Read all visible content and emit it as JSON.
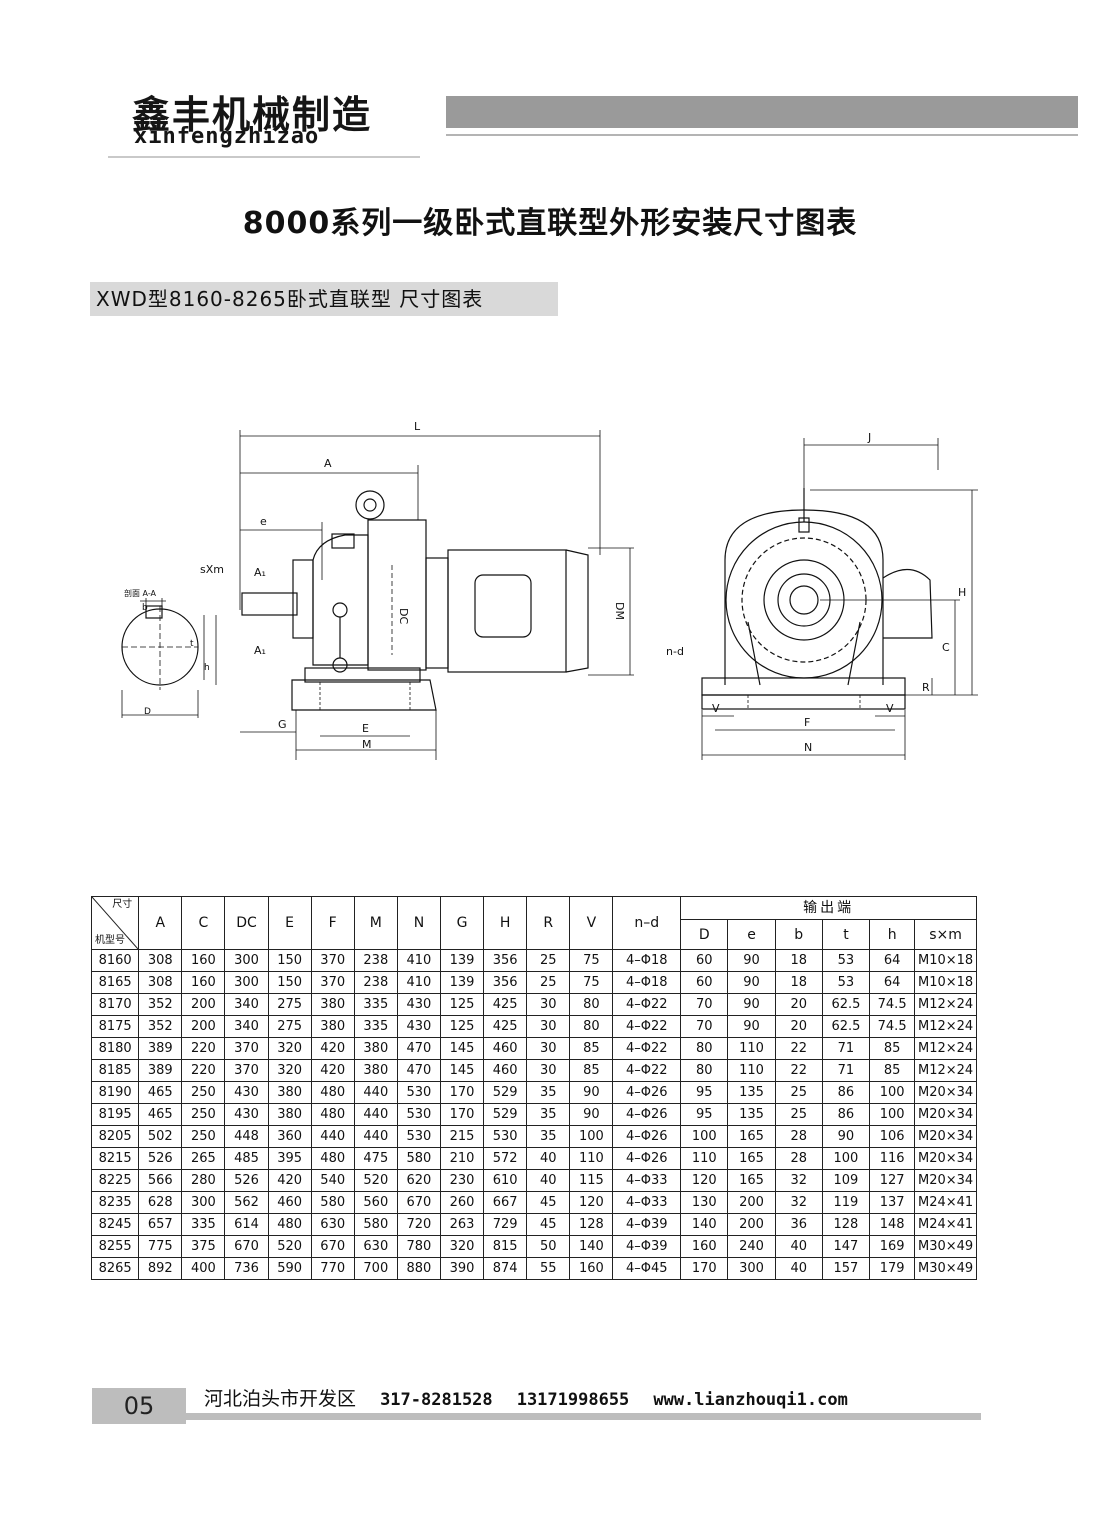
{
  "header": {
    "brand_cn": "鑫丰机械制造",
    "brand_en": "xinfengzhizao"
  },
  "title": "8000系列一级卧式直联型外形安装尺寸图表",
  "section_label": "XWD型8160-8265卧式直联型 尺寸图表",
  "drawing": {
    "labels": {
      "L": "L",
      "A": "A",
      "e": "e",
      "sxm": "sXm",
      "A1": "A₁",
      "DC": "DC",
      "DM": "DM",
      "G": "G",
      "E": "E",
      "M": "M",
      "section": "剖面 A-A",
      "b": "b",
      "t": "t",
      "h": "h",
      "D": "D",
      "J": "J",
      "H": "H",
      "C": "C",
      "R": "R",
      "nd": "n-d",
      "V": "V",
      "F": "F",
      "N": "N"
    }
  },
  "table": {
    "corner_top": "尺寸",
    "corner_bottom": "机型号",
    "group_header": "输出端",
    "main_columns": [
      "A",
      "C",
      "DC",
      "E",
      "F",
      "M",
      "N",
      "G",
      "H",
      "R",
      "V",
      "n–d"
    ],
    "output_columns": [
      "D",
      "e",
      "b",
      "t",
      "h",
      "s×m"
    ],
    "rows": [
      [
        "8160",
        "308",
        "160",
        "300",
        "150",
        "370",
        "238",
        "410",
        "139",
        "356",
        "25",
        "75",
        "4–Φ18",
        "60",
        "90",
        "18",
        "53",
        "64",
        "M10×18"
      ],
      [
        "8165",
        "308",
        "160",
        "300",
        "150",
        "370",
        "238",
        "410",
        "139",
        "356",
        "25",
        "75",
        "4–Φ18",
        "60",
        "90",
        "18",
        "53",
        "64",
        "M10×18"
      ],
      [
        "8170",
        "352",
        "200",
        "340",
        "275",
        "380",
        "335",
        "430",
        "125",
        "425",
        "30",
        "80",
        "4–Φ22",
        "70",
        "90",
        "20",
        "62.5",
        "74.5",
        "M12×24"
      ],
      [
        "8175",
        "352",
        "200",
        "340",
        "275",
        "380",
        "335",
        "430",
        "125",
        "425",
        "30",
        "80",
        "4–Φ22",
        "70",
        "90",
        "20",
        "62.5",
        "74.5",
        "M12×24"
      ],
      [
        "8180",
        "389",
        "220",
        "370",
        "320",
        "420",
        "380",
        "470",
        "145",
        "460",
        "30",
        "85",
        "4–Φ22",
        "80",
        "110",
        "22",
        "71",
        "85",
        "M12×24"
      ],
      [
        "8185",
        "389",
        "220",
        "370",
        "320",
        "420",
        "380",
        "470",
        "145",
        "460",
        "30",
        "85",
        "4–Φ22",
        "80",
        "110",
        "22",
        "71",
        "85",
        "M12×24"
      ],
      [
        "8190",
        "465",
        "250",
        "430",
        "380",
        "480",
        "440",
        "530",
        "170",
        "529",
        "35",
        "90",
        "4–Φ26",
        "95",
        "135",
        "25",
        "86",
        "100",
        "M20×34"
      ],
      [
        "8195",
        "465",
        "250",
        "430",
        "380",
        "480",
        "440",
        "530",
        "170",
        "529",
        "35",
        "90",
        "4–Φ26",
        "95",
        "135",
        "25",
        "86",
        "100",
        "M20×34"
      ],
      [
        "8205",
        "502",
        "250",
        "448",
        "360",
        "440",
        "440",
        "530",
        "215",
        "530",
        "35",
        "100",
        "4–Φ26",
        "100",
        "165",
        "28",
        "90",
        "106",
        "M20×34"
      ],
      [
        "8215",
        "526",
        "265",
        "485",
        "395",
        "480",
        "475",
        "580",
        "210",
        "572",
        "40",
        "110",
        "4–Φ26",
        "110",
        "165",
        "28",
        "100",
        "116",
        "M20×34"
      ],
      [
        "8225",
        "566",
        "280",
        "526",
        "420",
        "540",
        "520",
        "620",
        "230",
        "610",
        "40",
        "115",
        "4–Φ33",
        "120",
        "165",
        "32",
        "109",
        "127",
        "M20×34"
      ],
      [
        "8235",
        "628",
        "300",
        "562",
        "460",
        "580",
        "560",
        "670",
        "260",
        "667",
        "45",
        "120",
        "4–Φ33",
        "130",
        "200",
        "32",
        "119",
        "137",
        "M24×41"
      ],
      [
        "8245",
        "657",
        "335",
        "614",
        "480",
        "630",
        "580",
        "720",
        "263",
        "729",
        "45",
        "128",
        "4–Φ39",
        "140",
        "200",
        "36",
        "128",
        "148",
        "M24×41"
      ],
      [
        "8255",
        "775",
        "375",
        "670",
        "520",
        "670",
        "630",
        "780",
        "320",
        "815",
        "50",
        "140",
        "4–Φ39",
        "160",
        "240",
        "40",
        "147",
        "169",
        "M30×49"
      ],
      [
        "8265",
        "892",
        "400",
        "736",
        "590",
        "770",
        "700",
        "880",
        "390",
        "874",
        "55",
        "160",
        "4–Φ45",
        "170",
        "300",
        "40",
        "157",
        "179",
        "M30×49"
      ]
    ]
  },
  "footer": {
    "page_number": "05",
    "address": "河北泊头市开发区",
    "phone": "317-8281528",
    "mobile": "13171998655",
    "website": "www.lianzhouqi1.com"
  }
}
